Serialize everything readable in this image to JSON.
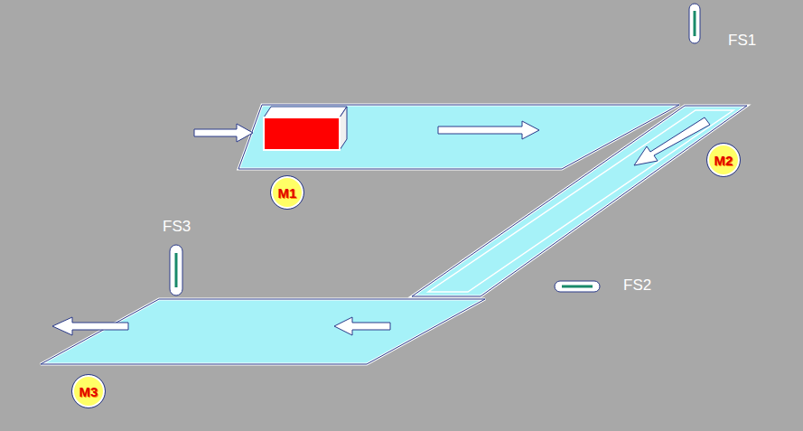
{
  "diagram": {
    "nodes": [
      {
        "text": [
          "M1"
        ]
      },
      {
        "text": [
          "M2"
        ]
      },
      {
        "text": [
          "M3"
        ]
      }
    ],
    "labels": [
      "FS1",
      "FS2",
      "FS3"
    ]
  }
}
